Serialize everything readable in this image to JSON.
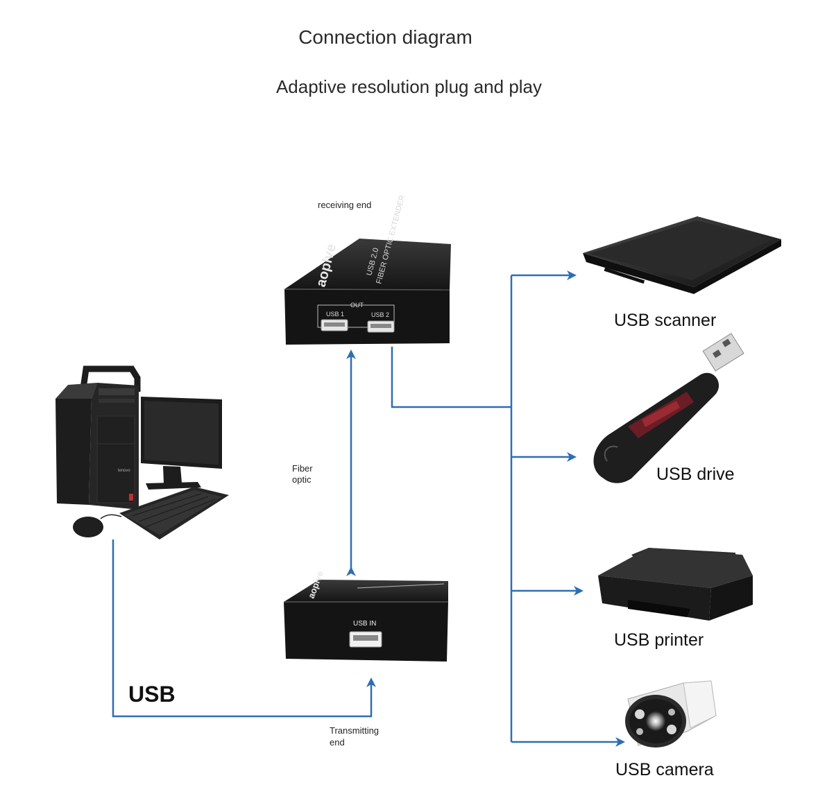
{
  "header": {
    "title": "Connection diagram",
    "subtitle": "Adaptive resolution plug and play"
  },
  "receiver": {
    "caption": "receiving end",
    "brand": "aoplve",
    "model": "USB 2.0",
    "product": "FIBER OPTIC EXTENDER",
    "out_label": "OUT",
    "port1": "USB 1",
    "port2": "USB 2"
  },
  "transmitter": {
    "caption_line1": "Transmitting",
    "caption_line2": "end",
    "brand": "aoplve",
    "port": "USB IN"
  },
  "fiber": {
    "line1": "Fiber",
    "line2": "optic"
  },
  "computer": {
    "brand": "lenovo",
    "cable_label": "USB"
  },
  "devices": [
    {
      "name": "scanner",
      "label": "USB scanner"
    },
    {
      "name": "drive",
      "label": "USB drive"
    },
    {
      "name": "printer",
      "label": "USB printer"
    },
    {
      "name": "camera",
      "label": "USB camera"
    }
  ],
  "colors": {
    "connector": "#2e6db3",
    "device_body": "#1c1c1c"
  }
}
